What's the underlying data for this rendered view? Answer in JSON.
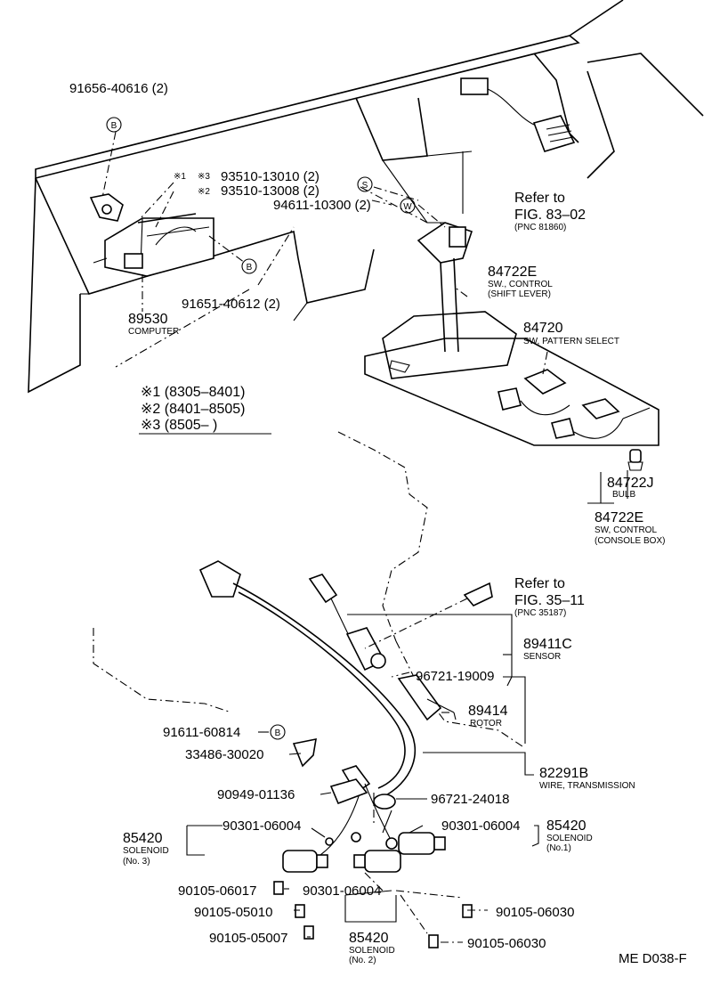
{
  "labels": {
    "p91656": "91656-40616 (2)",
    "mark1": "※1",
    "mark3": "※3",
    "p93510_13010": "93510-13010 (2)",
    "mark2": "※2",
    "p93510_13008": "93510-13008 (2)",
    "p94611": "94611-10300 (2)",
    "refer1": "Refer to",
    "fig8302": "FIG. 83–02",
    "pnc81860": "(PNC 81860)",
    "p84722E_a": "84722E",
    "sw_control_a": "SW., CONTROL",
    "shift_lever": "(SHIFT LEVER)",
    "p91651": "91651-40612 (2)",
    "p89530": "89530",
    "computer": "COMPUTER",
    "p84720": "84720",
    "sw_pattern": "SW, PATTERN SELECT",
    "note1": "※1 (8305–8401)",
    "note2": "※2 (8401–8505)",
    "note3": "※3 (8505–          )",
    "p84722J": "84722J",
    "bulb": "BULB",
    "p84722E_b": "84722E",
    "sw_control_b": "SW, CONTROL",
    "console_box": "(CONSOLE BOX)",
    "refer2": "Refer to",
    "fig3511": "FIG. 35–11",
    "pnc35187": "(PNC 35187)",
    "p89411C": "89411C",
    "sensor": "SENSOR",
    "p96721_19009": "96721-19009",
    "p89414": "89414",
    "rotor": "ROTOR",
    "p91611": "91611-60814",
    "p33486": "33486-30020",
    "p82291B": "82291B",
    "wire_trans": "WIRE, TRANSMISSION",
    "p90949": "90949-01136",
    "p96721_24018": "96721-24018",
    "p90301_a": "90301-06004",
    "p90301_b": "90301-06004",
    "p85420_1": "85420",
    "solenoid_1": "SOLENOID",
    "no1": "(No.1)",
    "p85420_3": "85420",
    "solenoid_3": "SOLENOID",
    "no3": "(No. 3)",
    "p90105_06017": "90105-06017",
    "p90301_c": "90301-06004",
    "p90105_05010": "90105-05010",
    "p90105_06030_a": "90105-06030",
    "p90105_05007": "90105-05007",
    "p85420_2": "85420",
    "solenoid_2": "SOLENOID",
    "no2": "(No. 2)",
    "p90105_06030_b": "90105-06030",
    "drawing_code": "ME D038-F",
    "circ_B": "B",
    "circ_S": "S",
    "circ_W": "W"
  }
}
